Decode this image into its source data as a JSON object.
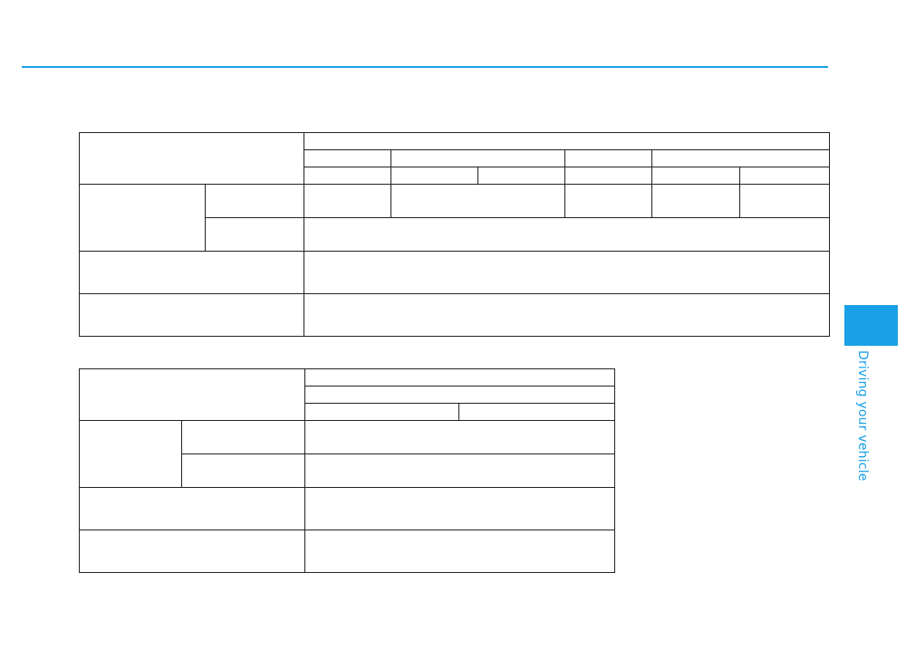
{
  "header": {
    "rule_color": "#1aa0e6"
  },
  "side_tab": {
    "label": "Driving your vehicle",
    "color": "#1aa0e6"
  },
  "tables": [
    {
      "name": "spec-table-1",
      "cells_text": []
    },
    {
      "name": "spec-table-2",
      "cells_text": []
    }
  ]
}
